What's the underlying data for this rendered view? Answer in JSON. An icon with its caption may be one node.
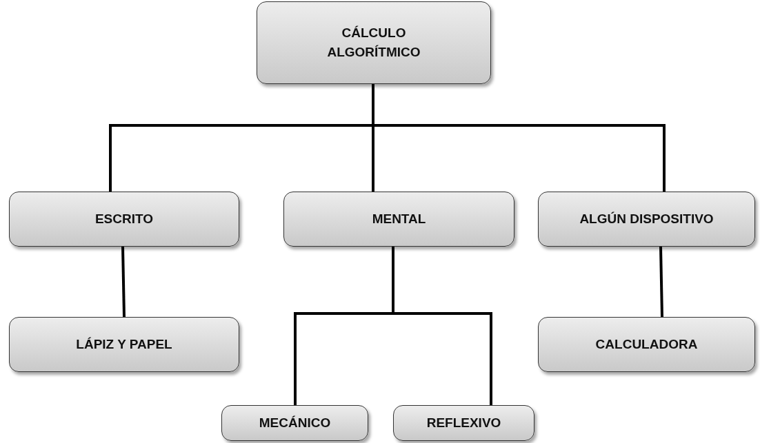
{
  "diagram": {
    "nodes": [
      {
        "text": [
          "CÁLCULO ALGORÍTMICO"
        ]
      },
      {
        "text": [
          "ESCRITO"
        ]
      },
      {
        "text": [
          "MENTAL"
        ]
      },
      {
        "text": [
          "ALGÚN DISPOSITIVO"
        ]
      },
      {
        "text": [
          "LÁPIZ Y PAPEL"
        ]
      },
      {
        "text": [
          "CALCULADORA"
        ]
      },
      {
        "text": [
          "MECÁNICO"
        ]
      },
      {
        "text": [
          "REFLEXIVO"
        ]
      }
    ],
    "edges": [
      {
        "from": 0,
        "to": 1,
        "arrow": "none"
      },
      {
        "from": 0,
        "to": 2,
        "arrow": "none"
      },
      {
        "from": 0,
        "to": 3,
        "arrow": "none"
      },
      {
        "from": 1,
        "to": 4,
        "arrow": "none"
      },
      {
        "from": 2,
        "to": 6,
        "arrow": "none"
      },
      {
        "from": 2,
        "to": 7,
        "arrow": "none"
      },
      {
        "from": 3,
        "to": 5,
        "arrow": "none"
      }
    ]
  }
}
